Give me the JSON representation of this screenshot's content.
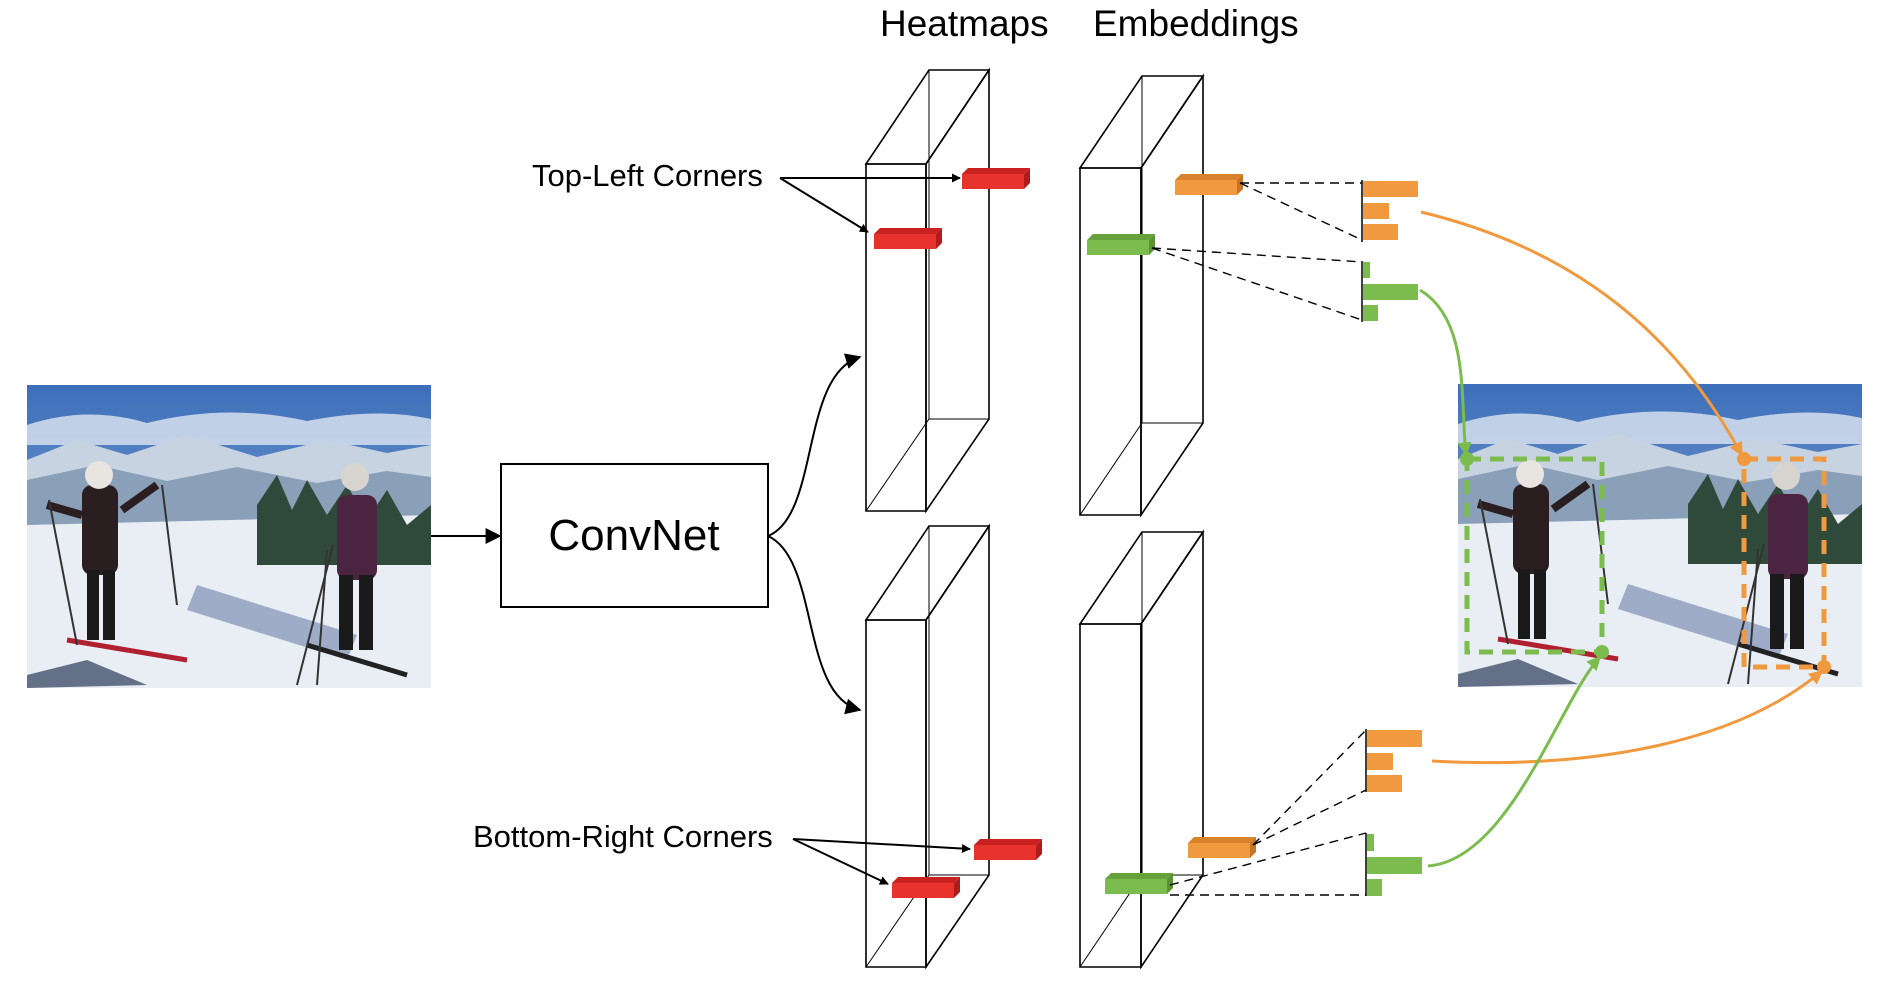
{
  "labels": {
    "heatmaps": "Heatmaps",
    "embeddings": "Embeddings",
    "top_left": "Top-Left Corners",
    "bottom_right": "Bottom-Right Corners",
    "convnet": "ConvNet"
  },
  "colors": {
    "red": "#e8322e",
    "orange": "#f0993e",
    "green": "#7cbc4e",
    "sky": "#4c7cc0",
    "snow": "#e9edf4"
  }
}
